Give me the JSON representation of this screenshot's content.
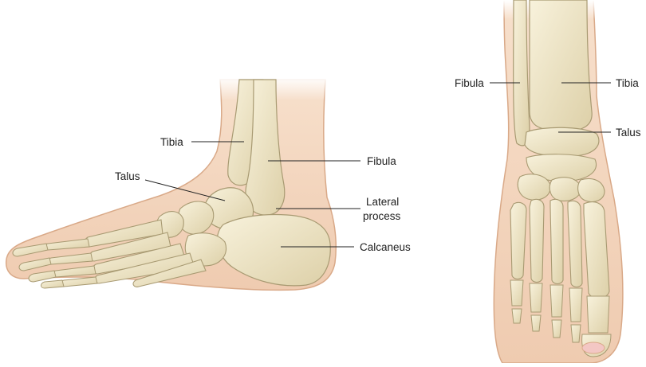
{
  "labels": {
    "lateral_view": {
      "tibia": "Tibia",
      "talus": "Talus",
      "fibula": "Fibula",
      "lateral_process_line1": "Lateral",
      "lateral_process_line2": "process",
      "calcaneus": "Calcaneus"
    },
    "anterior_view": {
      "fibula": "Fibula",
      "tibia": "Tibia",
      "talus": "Talus"
    }
  },
  "colors": {
    "skin": "#f2d4bd",
    "skin_outline": "#d9a988",
    "bone": "#efe6c8",
    "bone_shadow": "#d9ccA0",
    "bone_outline": "#a89a72",
    "leader_line": "#222222",
    "toenail": "#f3c7c4"
  }
}
